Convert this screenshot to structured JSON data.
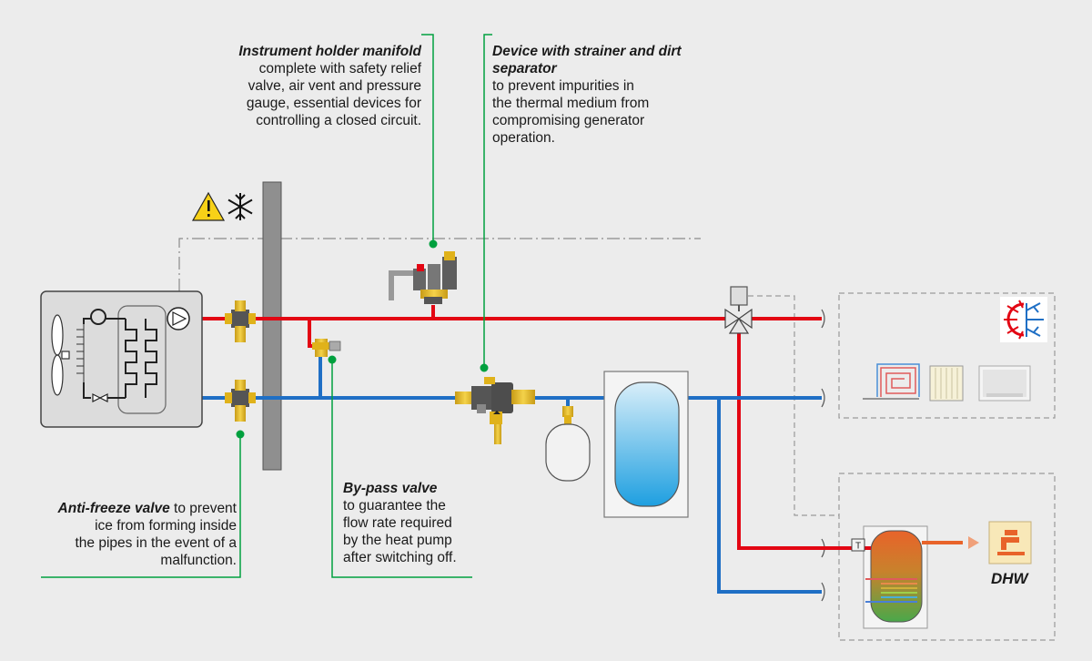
{
  "annotations": {
    "manifold": {
      "title": "Instrument holder manifold",
      "lines": [
        "complete with safety relief",
        "valve, air vent and pressure",
        "gauge, essential devices for",
        "controlling a closed circuit."
      ]
    },
    "strainer": {
      "title_lines": [
        "Device with strainer and dirt",
        "separator"
      ],
      "lines": [
        "to prevent impurities in",
        "the thermal medium from",
        "compromising generator",
        "operation."
      ]
    },
    "bypass": {
      "title": "By-pass valve",
      "lines": [
        "to guarantee the",
        "flow rate required",
        "by the heat pump",
        "after switching off."
      ]
    },
    "antifreeze": {
      "title": "Anti-freeze valve",
      "first_line_rest": " to prevent",
      "lines": [
        "ice from forming inside",
        "the pipes in the event of a",
        "malfunction."
      ]
    }
  },
  "labels": {
    "dhw": "DHW",
    "sensor": "T"
  },
  "icons": [
    "warning-icon",
    "snowflake-icon",
    "fan-icon",
    "pump-icon",
    "heat-cool-icon",
    "underfloor-heating-icon",
    "radiator-icon",
    "fan-coil-icon",
    "tap-icon"
  ],
  "colors": {
    "hot_pipe": "#e30613",
    "cold_pipe": "#1f6fc5",
    "leader_line": "#00a03e",
    "background": "#ececec",
    "warning": "#f7d117"
  }
}
